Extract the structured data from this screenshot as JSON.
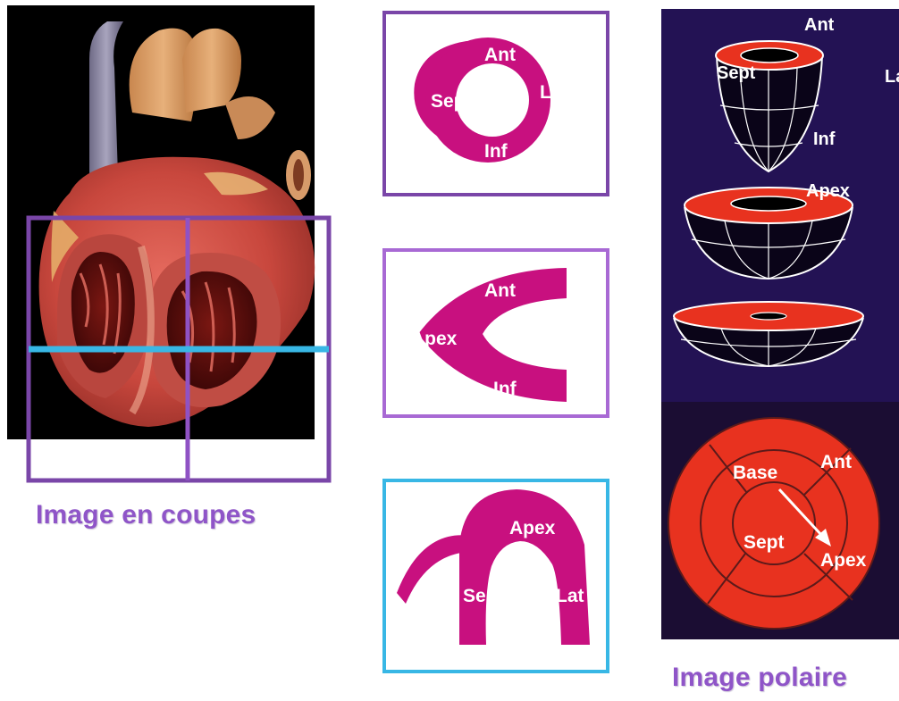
{
  "captions": {
    "sections": "Image en coupes",
    "polar": "Image polaire"
  },
  "section_views": {
    "short_axis": {
      "ant": "Ant",
      "sept": "Sept",
      "lat": "Lat",
      "inf": "Inf"
    },
    "vertical_long_axis": {
      "ant": "Ant",
      "apex": "Apex",
      "inf": "Inf"
    },
    "horizontal_long_axis": {
      "apex": "Apex",
      "sept": "Sept",
      "lat": "Lat"
    }
  },
  "polar_3d": {
    "ant": "Ant",
    "sept": "Sept",
    "lat": "Lat",
    "inf": "Inf",
    "apex": "Apex"
  },
  "bullseye": {
    "base": "Base",
    "ant": "Ant",
    "sept": "Sept",
    "apex": "Apex"
  },
  "colors": {
    "section_magenta": "#c8107f",
    "frame_short_axis": "#7a46a8",
    "frame_vertical_long_axis": "#a869d4",
    "frame_horizontal_long_axis": "#38b7e5",
    "caption_purple": "#8f55c8",
    "polar_background": "#231254",
    "polar_red": "#e83a22"
  }
}
